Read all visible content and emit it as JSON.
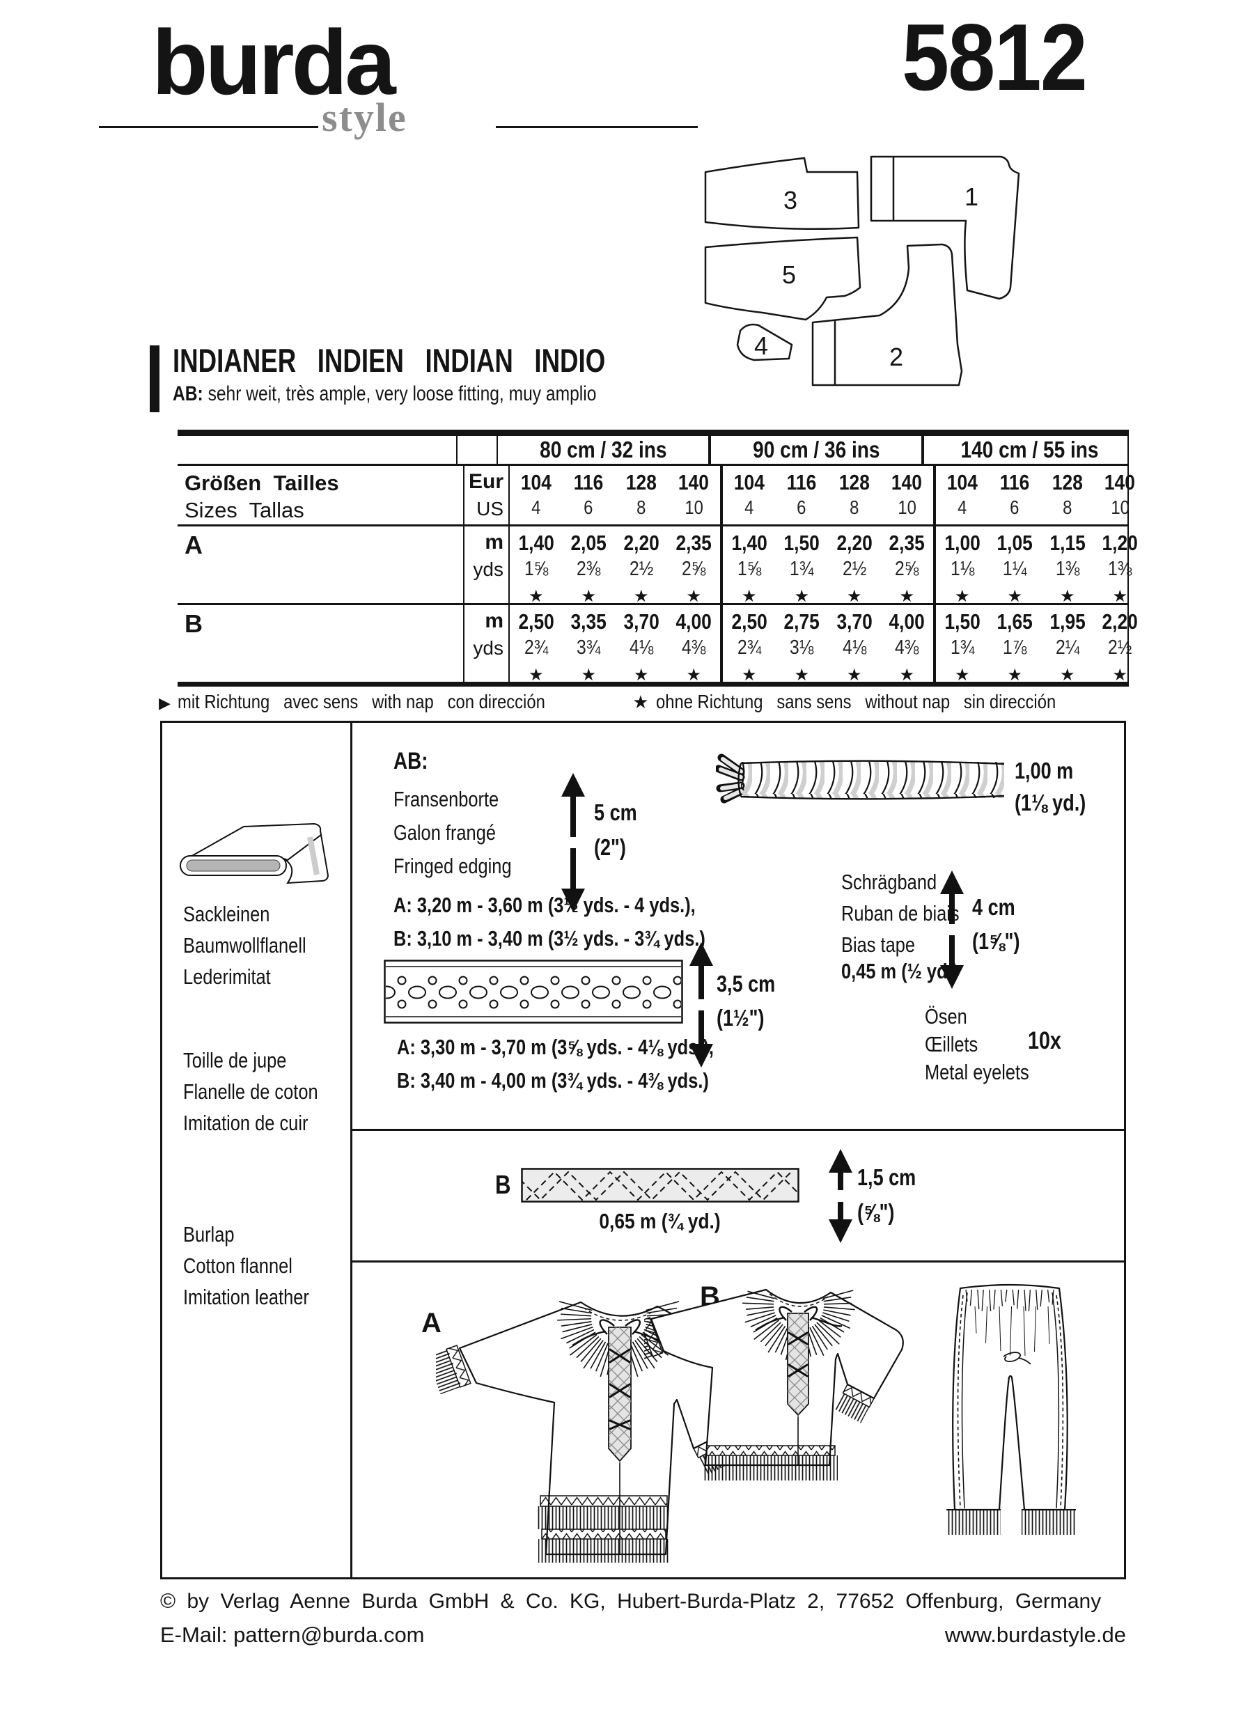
{
  "header": {
    "logo_main": "burda",
    "logo_sub": "style",
    "pattern_number": "5812"
  },
  "pattern_pieces": {
    "labels": [
      "3",
      "1",
      "5",
      "4",
      "2"
    ]
  },
  "title": {
    "heading": "INDIANER   INDIEN   INDIAN   INDIO",
    "ab_prefix": "AB:",
    "ab_text": " sehr weit, très ample, very loose fitting, muy amplio"
  },
  "size_table": {
    "row_header_de": "Größen  Tailles",
    "row_header_en": "Sizes  Tallas",
    "unit_eur": "Eur",
    "unit_us": "US",
    "unit_m": "m",
    "unit_yds": "yds",
    "star": "★",
    "nap_arrow": "▶",
    "row_a_label": "A",
    "row_b_label": "B",
    "groups": [
      {
        "header": "80 cm / 32 ins",
        "sizes": [
          {
            "eur": "104",
            "us": "4"
          },
          {
            "eur": "116",
            "us": "6"
          },
          {
            "eur": "128",
            "us": "8"
          },
          {
            "eur": "140",
            "us": "10"
          }
        ],
        "a": [
          {
            "m": "1,40",
            "yds": "1⅝"
          },
          {
            "m": "2,05",
            "yds": "2⅜"
          },
          {
            "m": "2,20",
            "yds": "2½"
          },
          {
            "m": "2,35",
            "yds": "2⅝"
          }
        ],
        "b": [
          {
            "m": "2,50",
            "yds": "2¾"
          },
          {
            "m": "3,35",
            "yds": "3¾"
          },
          {
            "m": "3,70",
            "yds": "4⅛"
          },
          {
            "m": "4,00",
            "yds": "4⅜"
          }
        ]
      },
      {
        "header": "90 cm / 36 ins",
        "sizes": [
          {
            "eur": "104",
            "us": "4"
          },
          {
            "eur": "116",
            "us": "6"
          },
          {
            "eur": "128",
            "us": "8"
          },
          {
            "eur": "140",
            "us": "10"
          }
        ],
        "a": [
          {
            "m": "1,40",
            "yds": "1⅝"
          },
          {
            "m": "1,50",
            "yds": "1¾"
          },
          {
            "m": "2,20",
            "yds": "2½"
          },
          {
            "m": "2,35",
            "yds": "2⅝"
          }
        ],
        "b": [
          {
            "m": "2,50",
            "yds": "2¾"
          },
          {
            "m": "2,75",
            "yds": "3⅛"
          },
          {
            "m": "3,70",
            "yds": "4⅛"
          },
          {
            "m": "4,00",
            "yds": "4⅜"
          }
        ]
      },
      {
        "header": "140 cm / 55 ins",
        "sizes": [
          {
            "eur": "104",
            "us": "4"
          },
          {
            "eur": "116",
            "us": "6"
          },
          {
            "eur": "128",
            "us": "8"
          },
          {
            "eur": "140",
            "us": "10"
          }
        ],
        "a": [
          {
            "m": "1,00",
            "yds": "1⅛"
          },
          {
            "m": "1,05",
            "yds": "1¼"
          },
          {
            "m": "1,15",
            "yds": "1⅜"
          },
          {
            "m": "1,20",
            "yds": "1⅜"
          }
        ],
        "b": [
          {
            "m": "1,50",
            "yds": "1¾"
          },
          {
            "m": "1,65",
            "yds": "1⅞"
          },
          {
            "m": "1,95",
            "yds": "2¼"
          },
          {
            "m": "2,20",
            "yds": "2½"
          }
        ]
      }
    ],
    "legend_nap": "mit Richtung   avec sens   with nap   con dirección",
    "legend_no_nap": "ohne Richtung   sans sens   without nap   sin dirección"
  },
  "fabrics": {
    "de": [
      "Sackleinen",
      "Baumwollflanell",
      "Lederimitat"
    ],
    "fr": [
      "Toille de jupe",
      "Flanelle de coton",
      "Imitation de cuir"
    ],
    "en": [
      "Burlap",
      "Cotton flannel",
      "Imitation leather"
    ]
  },
  "notions": {
    "ab_label": "AB:",
    "fringe": {
      "names": [
        "Fransenborte",
        "Galon frangé",
        "Fringed edging"
      ],
      "height": "5 cm",
      "height_in": "(2\")",
      "amount_a": "A: 3,20 m - 3,60 m (3½ yds. - 4 yds.),",
      "amount_b": "B: 3,10 m - 3,40 m (3½ yds. - 3¾ yds.)"
    },
    "cord": {
      "amount": "1,00 m",
      "amount_yd": "(1⅛ yd.)"
    },
    "bias": {
      "names": [
        "Schrägband",
        "Ruban de biais",
        "Bias tape"
      ],
      "amount": "0,45 m (½ yd.)",
      "height": "4 cm",
      "height_in": "(1⅝\")"
    },
    "tape": {
      "height": "3,5 cm",
      "height_in": "(1½\")",
      "amount_a": "A: 3,30 m - 3,70 m (3⅝ yds. - 4⅛ yds.),",
      "amount_b": "B: 3,40 m - 4,00 m (3¾ yds. - 4⅜ yds.)"
    },
    "eyelets": {
      "names": [
        "Ösen",
        "Œillets",
        "Metal eyelets"
      ],
      "count": "10x"
    },
    "band": {
      "label": "B",
      "amount": "0,65 m (¾ yd.)",
      "height": "1,5 cm",
      "height_in": "(⅝\")"
    }
  },
  "views": {
    "a": "A",
    "b": "B"
  },
  "footer": {
    "copyright": "© by Verlag Aenne Burda GmbH & Co. KG, Hubert-Burda-Platz 2, 77652 Offenburg, Germany",
    "email": "E-Mail: pattern@burda.com",
    "website": "www.burdastyle.de"
  }
}
